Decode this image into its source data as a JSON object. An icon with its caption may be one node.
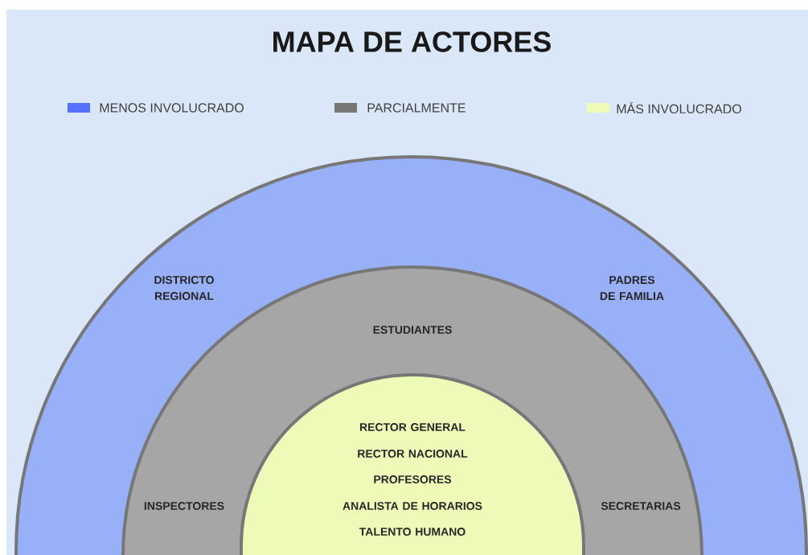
{
  "diagram": {
    "title": "MAPA DE ACTORES",
    "nodes": [
      {
        "text": [
          "DISTRICTO REGIONAL",
          "PADRES DE FAMILIA"
        ]
      },
      {
        "text": [
          "ESTUDIANTES",
          "INSPECTORES",
          "SECRETARIAS"
        ],
        "in": 0
      },
      {
        "text": [
          "RECTOR GENERAL",
          "RECTOR NACIONAL",
          "PROFESORES",
          "ANALISTA DE HORARIOS",
          "TALENTO HUMANO"
        ],
        "in": 1
      }
    ],
    "legend": [
      {
        "text": "MENOS INVOLUCRADO",
        "color": "#5470ff"
      },
      {
        "text": "PARCIALMENTE",
        "color": "#767676"
      },
      {
        "text": "MÁS INVOLUCRADO",
        "color": "#eefbb8"
      }
    ]
  }
}
